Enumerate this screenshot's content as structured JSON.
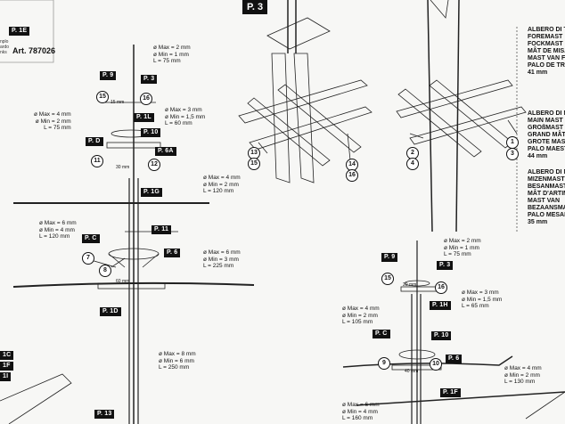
{
  "corner": {
    "tag": "P. 1E",
    "art": "Art. 787026",
    "small": [
      "nplo",
      "ardo",
      "nks"
    ]
  },
  "side_tags": [
    "1C",
    "1F",
    "1I"
  ],
  "left_diagram": {
    "tags": [
      "P. 9",
      "P. 3",
      "P. 1L",
      "P. 10",
      "P. D",
      "P. 6A",
      "P. 1G",
      "P. 11",
      "P. C",
      "P. 6",
      "P. 1D",
      "P. 13"
    ],
    "specs": [
      [
        "ø Max = 2 mm",
        "ø Min = 1 mm",
        "L = 75 mm"
      ],
      [
        "ø Max = 4 mm",
        "ø Min = 2 mm",
        "L = 75 mm"
      ],
      [
        "ø Max = 3 mm",
        "ø Min = 1,5 mm",
        "L = 60 mm"
      ],
      [
        "ø Max = 4 mm",
        "ø Min = 2 mm",
        "L = 120 mm"
      ],
      [
        "ø Max = 6 mm",
        "ø Min = 4 mm",
        "L = 120 mm"
      ],
      [
        "ø Max = 6 mm",
        "ø Min = 3 mm",
        "L = 225 mm"
      ],
      [
        "ø Max = 8 mm",
        "ø Min = 6 mm",
        "L = 250 mm"
      ]
    ],
    "circles": [
      "15",
      "16",
      "11",
      "12",
      "7",
      "8"
    ],
    "dims": [
      "15 mm",
      "30 mm",
      "60 mm"
    ]
  },
  "p3": {
    "tag": "P. 3",
    "circles": [
      "13",
      "15",
      "14",
      "16",
      "2",
      "4",
      "1",
      "3"
    ]
  },
  "right_text": [
    [
      "ALBERO DI TR",
      "FOREMAST",
      "FOCKMAST",
      "MÂT DE MISAI",
      "MAST VAN FO",
      "PALO DE TRIN",
      "41 mm"
    ],
    [
      "ALBERO DI M",
      "MAIN MAST",
      "GROßMAST",
      "GRAND MÂT",
      "GROTE MAST",
      "PALO MAEST",
      "44 mm"
    ],
    [
      "ALBERO DI M",
      "MIZENMAST",
      "BESANMAST",
      "MÂT D'ARTIM",
      "MAST VAN",
      "BEZAANSMAS",
      "PALO MESAN",
      "35 mm"
    ]
  ],
  "right_diagram": {
    "tags": [
      "P. 9",
      "P. 3",
      "P. 1H",
      "P. C",
      "P. 10",
      "P. 6",
      "P. 1F"
    ],
    "specs": [
      [
        "ø Max = 2 mm",
        "ø Min = 1 mm",
        "L = 75 mm"
      ],
      [
        "ø Max = 3 mm",
        "ø Min = 1,5 mm",
        "L = 65 mm"
      ],
      [
        "ø Max = 4 mm",
        "ø Min = 2 mm",
        "L = 105 mm"
      ],
      [
        "ø Max = 4 mm",
        "ø Min = 2 mm",
        "L = 130 mm"
      ],
      [
        "ø Max = 6 mm",
        "ø Min = 4 mm",
        "L = 160 mm"
      ]
    ],
    "circles": [
      "15",
      "16",
      "9",
      "10"
    ],
    "dims": [
      "20 mm",
      "40 mm"
    ]
  }
}
